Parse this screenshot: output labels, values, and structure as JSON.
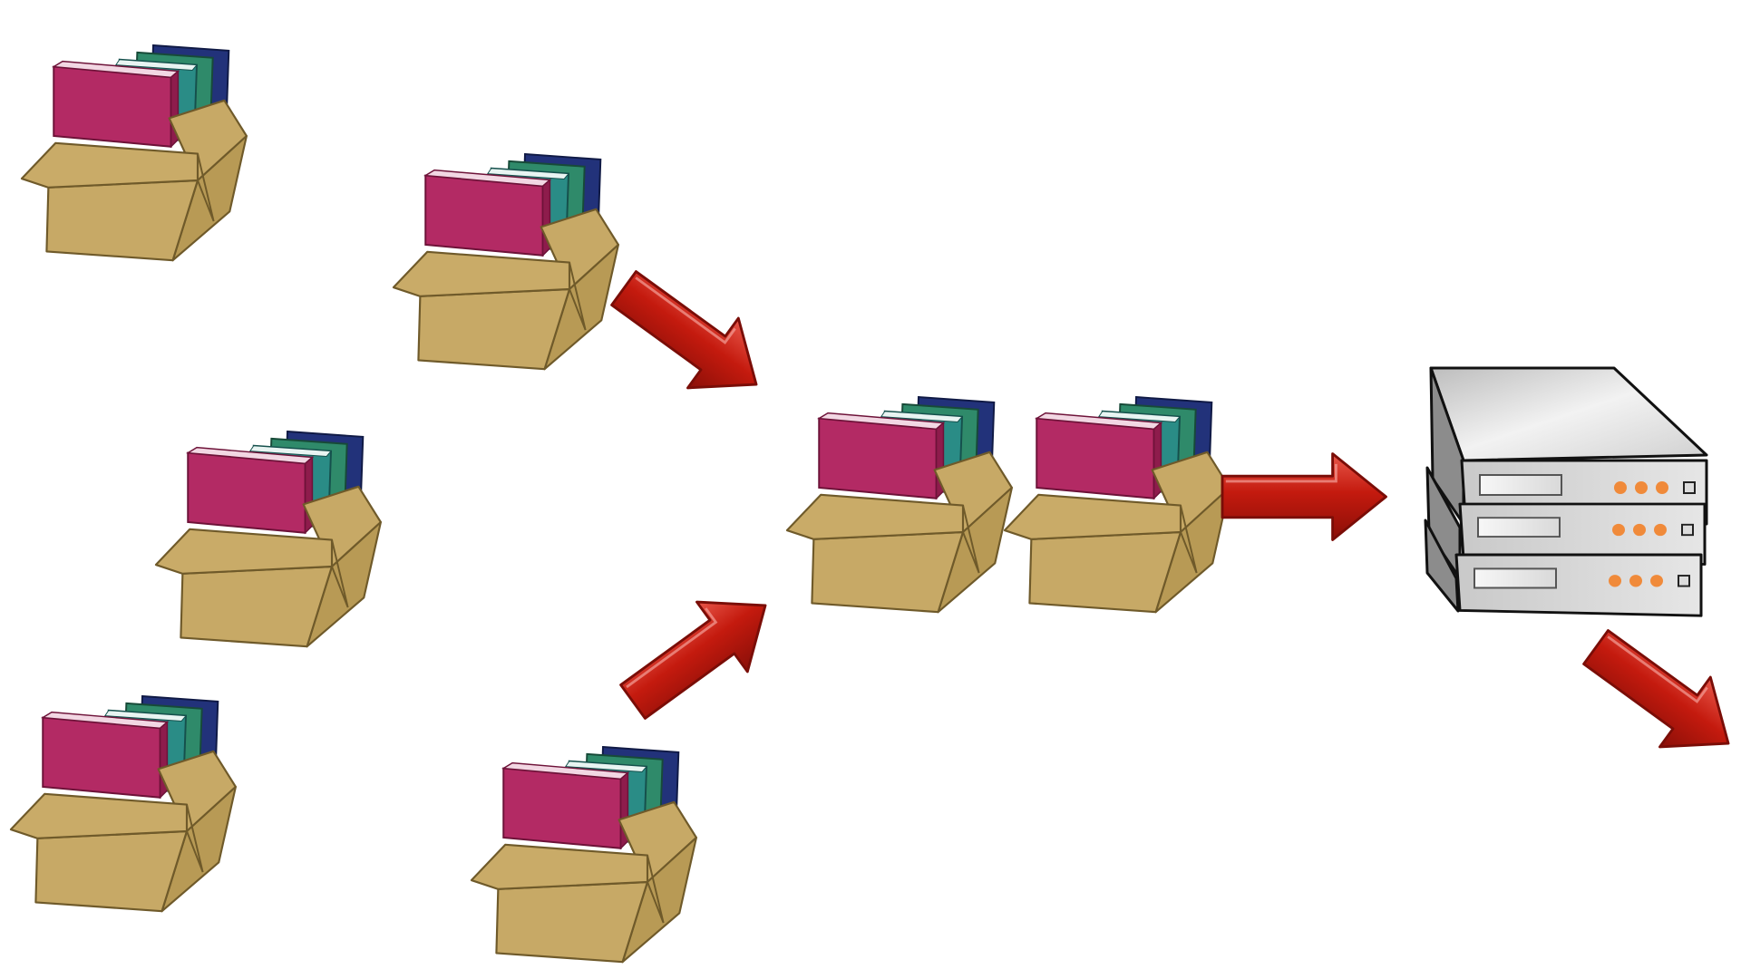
{
  "diagram": {
    "nodes": [
      {
        "id": "package-1",
        "kind": "package-box-icon",
        "contents": [
          "book-magenta",
          "book-teal",
          "book-green",
          "book-navy"
        ]
      },
      {
        "id": "package-2",
        "kind": "package-box-icon",
        "contents": [
          "book-magenta",
          "book-teal",
          "book-green",
          "book-navy"
        ]
      },
      {
        "id": "package-3",
        "kind": "package-box-icon",
        "contents": [
          "book-magenta",
          "book-teal",
          "book-green",
          "book-navy"
        ]
      },
      {
        "id": "package-4",
        "kind": "package-box-icon",
        "contents": [
          "book-magenta",
          "book-teal",
          "book-green",
          "book-navy"
        ]
      },
      {
        "id": "package-5",
        "kind": "package-box-icon",
        "contents": [
          "book-magenta",
          "book-teal",
          "book-green",
          "book-navy"
        ]
      },
      {
        "id": "merged-package-1",
        "kind": "package-box-icon",
        "contents": [
          "book-magenta",
          "book-teal",
          "book-green",
          "book-navy"
        ]
      },
      {
        "id": "merged-package-2",
        "kind": "package-box-icon",
        "contents": [
          "book-magenta",
          "book-teal",
          "book-green",
          "book-navy"
        ]
      },
      {
        "id": "server",
        "kind": "server-rack-icon",
        "units": 3,
        "leds_per_unit": 3
      }
    ],
    "edges": [
      {
        "from": "package-2",
        "to": "merged-package-1",
        "kind": "arrow-icon"
      },
      {
        "from": "package-5",
        "to": "merged-package-1",
        "kind": "arrow-icon"
      },
      {
        "from": "merged-package-2",
        "to": "server",
        "kind": "arrow-icon"
      },
      {
        "from": "server",
        "to": "out",
        "kind": "arrow-icon"
      }
    ],
    "colors": {
      "background": "#ffffff",
      "box_front": "#c7a966",
      "box_side": "#b89a55",
      "box_outline": "#6f5a2a",
      "book_magenta": "#b32a64",
      "book_teal": "#2a8c86",
      "book_green": "#2f8a6a",
      "book_navy": "#22327a",
      "arrow_red": "#c41a0e",
      "arrow_dark": "#7a0d07",
      "server_body": "#d6d6d6",
      "server_top": "#ececec",
      "server_led": "#f08a3a"
    }
  }
}
